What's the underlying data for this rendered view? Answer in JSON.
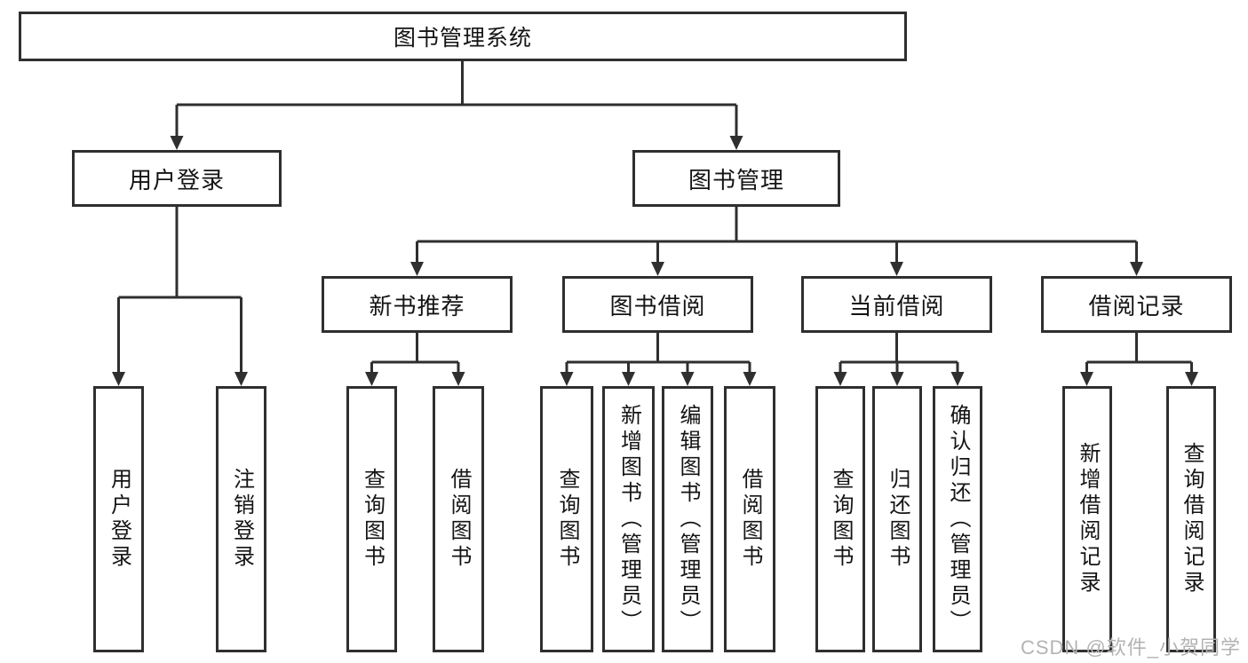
{
  "diagram": {
    "root": {
      "label": "图书管理系统"
    },
    "branches": [
      {
        "label": "用户登录",
        "children": [
          {
            "label": "用户登录"
          },
          {
            "label": "注销登录"
          }
        ]
      },
      {
        "label": "图书管理",
        "children": [
          {
            "label": "新书推荐",
            "children": [
              {
                "label": "查询图书"
              },
              {
                "label": "借阅图书"
              }
            ]
          },
          {
            "label": "图书借阅",
            "children": [
              {
                "label": "查询图书"
              },
              {
                "label": "新增图书（管理员）"
              },
              {
                "label": "编辑图书（管理员）"
              },
              {
                "label": "借阅图书"
              }
            ]
          },
          {
            "label": "当前借阅",
            "children": [
              {
                "label": "查询图书"
              },
              {
                "label": "归还图书"
              },
              {
                "label": "确认归还（管理员）"
              }
            ]
          },
          {
            "label": "借阅记录",
            "children": [
              {
                "label": "新增借阅记录"
              },
              {
                "label": "查询借阅记录"
              }
            ]
          }
        ]
      }
    ]
  },
  "watermark": {
    "text": "CSDN @软件_小贺同学"
  },
  "colors": {
    "line": "#2f2f2f",
    "text": "#141414",
    "background": "#ffffff",
    "watermark": "#b3b3b3"
  }
}
